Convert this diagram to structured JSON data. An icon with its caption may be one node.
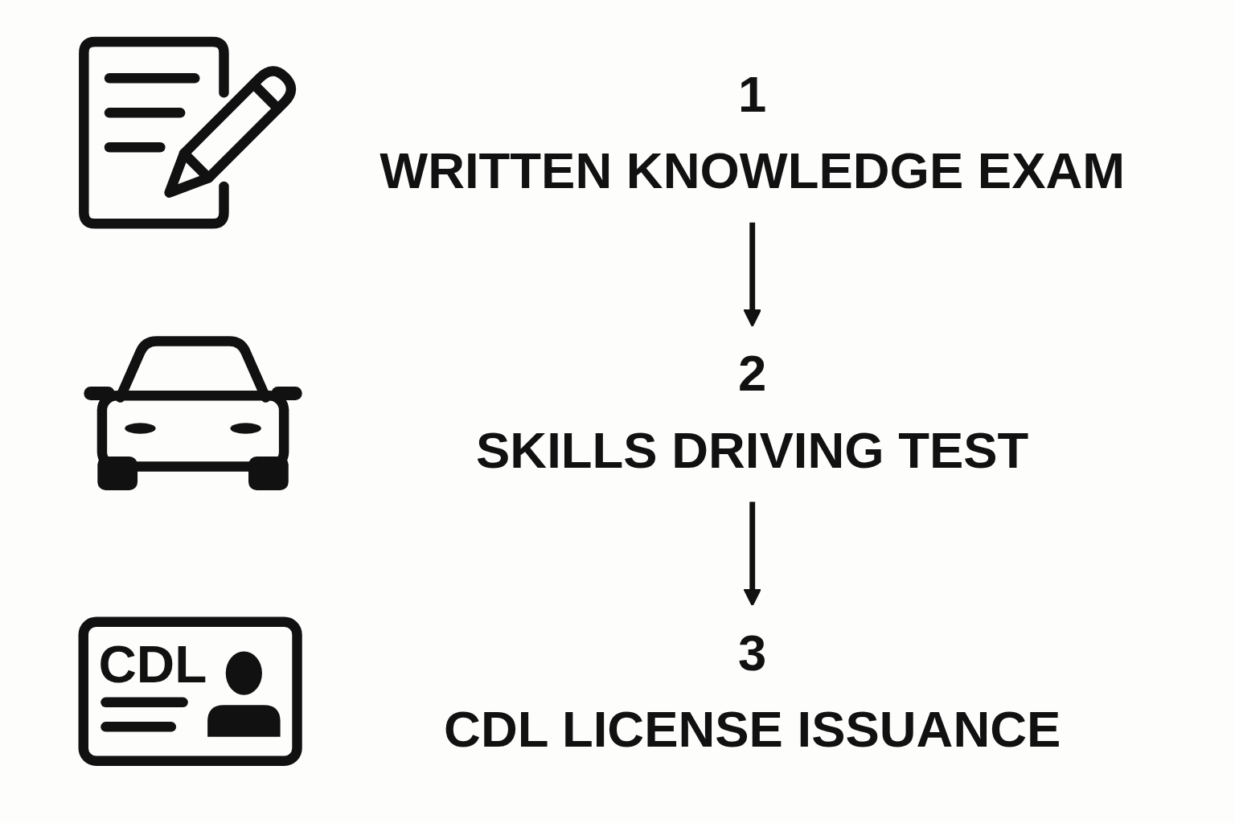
{
  "diagram": {
    "nodes": [
      {
        "text": [
          "1",
          "WRITTEN KNOWLEDGE EXAM"
        ]
      },
      {
        "text": [
          "2",
          "SKILLS DRIVING TEST"
        ]
      },
      {
        "text": [
          "3",
          "CDL LICENSE ISSUANCE"
        ]
      }
    ],
    "edges": [
      {
        "from": 0,
        "to": 1,
        "arrow": "to"
      },
      {
        "from": 1,
        "to": 2,
        "arrow": "to"
      }
    ],
    "labels": [
      "CDL"
    ]
  }
}
